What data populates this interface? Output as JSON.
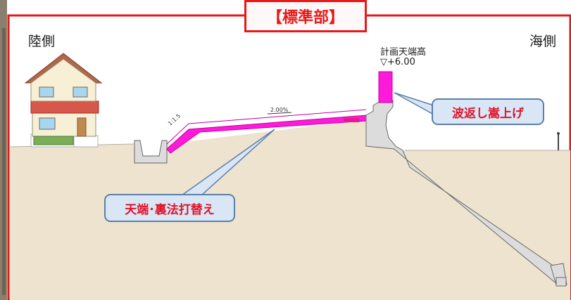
{
  "title": "【標準部】",
  "labels": {
    "land_side": "陸側",
    "sea_side": "海側",
    "crest_height_label": "計画天端高",
    "crest_height_value": "▽+6.00",
    "slope_gradient": "2.00%",
    "back_slope_ratio": "1:1.5"
  },
  "callouts": {
    "wave_wall": "波返し嵩上げ",
    "crest_resurface": "天端･裏法打替え"
  },
  "colors": {
    "frame_red": "#e81818",
    "highlight_magenta": "#ff1ad9",
    "ground": "#ede3cf",
    "concrete": "#dcdcdc",
    "callout_fill": "#d9e6f5",
    "callout_border": "#5c7faa",
    "callout_text": "#e0142a"
  }
}
